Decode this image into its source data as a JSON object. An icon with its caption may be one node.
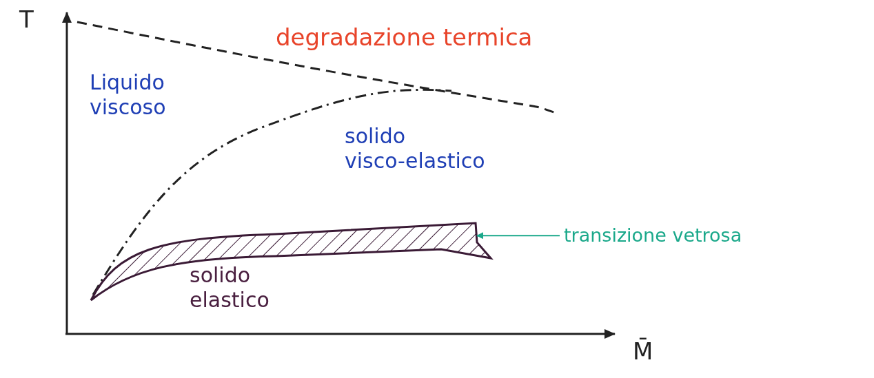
{
  "diagram": {
    "nodes": [
      {
        "text": [
          "transizione vetrosa"
        ]
      },
      {
        "text": [],
        "shape": "bar"
      }
    ],
    "edges": [
      {
        "from": 0,
        "to": 1,
        "arrow": "to"
      }
    ],
    "labels": [
      "T",
      "degradazione termica",
      "Liquido viscoso",
      "solido visco-elastico",
      "solido elastico",
      "M̄"
    ]
  }
}
